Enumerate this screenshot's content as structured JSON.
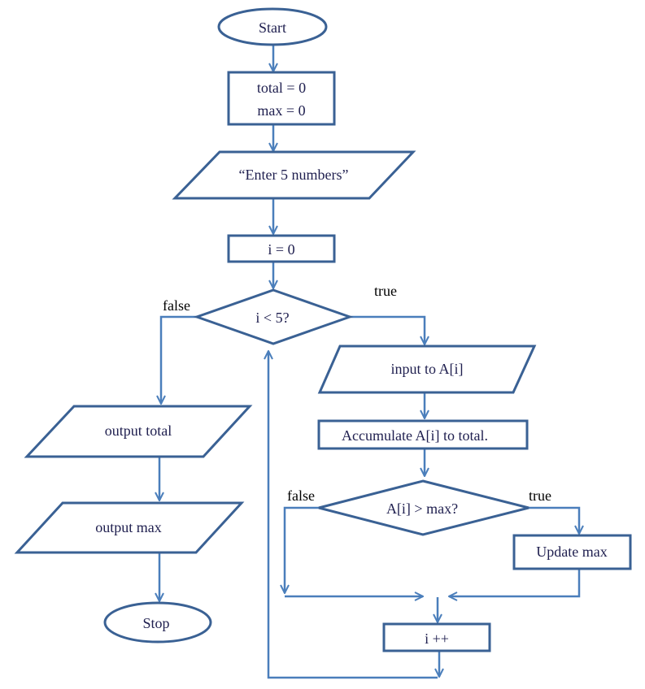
{
  "colors": {
    "shape_stroke": "#3a6194",
    "arrow": "#4a7ebb",
    "node_text": "#1f1f4f",
    "label_text": "#000000"
  },
  "nodes": {
    "start": "Start",
    "init_line1": "total = 0",
    "init_line2": "max = 0",
    "prompt": "“Enter 5 numbers”",
    "loop_init": "i = 0",
    "loop_condition": "i < 5?",
    "input": "input to A[i]",
    "accumulate": "Accumulate A[i] to total.",
    "max_condition": "A[i] > max?",
    "update_max": "Update max",
    "increment": "i ++",
    "output_total": "output total",
    "output_max": "output max",
    "stop": "Stop"
  },
  "edge_labels": {
    "loop_true": "true",
    "loop_false": "false",
    "max_true": "true",
    "max_false": "false"
  }
}
